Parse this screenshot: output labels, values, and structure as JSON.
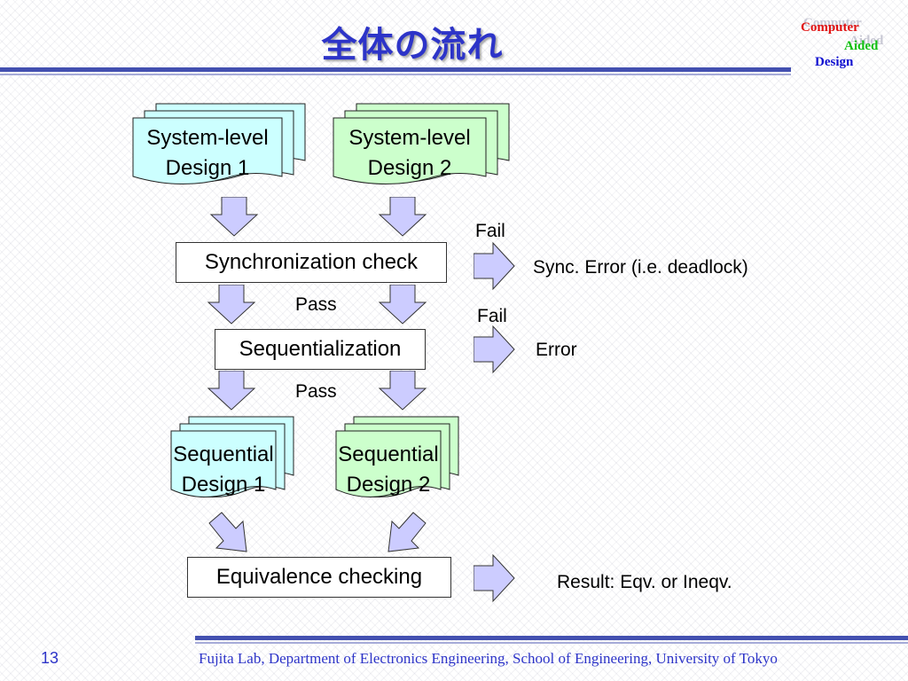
{
  "slide": {
    "title": "全体の流れ",
    "page_number": "13",
    "footer": "Fujita Lab, Department of Electronics Engineering, School of Engineering, University of Tokyo"
  },
  "logo": {
    "line1": "Computer",
    "line2": "Aided",
    "line3": "Design",
    "colors": {
      "line1": "#e01010",
      "line2": "#10c010",
      "line3": "#1010d0"
    }
  },
  "flow": {
    "design1": [
      "System-level",
      "Design 1"
    ],
    "design2": [
      "System-level",
      "Design 2"
    ],
    "sync_check": "Synchronization check",
    "sequentialization": "Sequentialization",
    "seq_design1": [
      "Sequential",
      "Design 1"
    ],
    "seq_design2": [
      "Sequential",
      "Design 2"
    ],
    "equivalence": "Equivalence checking",
    "pass1": "Pass",
    "pass2": "Pass",
    "fail1": "Fail",
    "fail2": "Fail",
    "sync_result": "Sync. Error (i.e. deadlock)",
    "seq_result": "Error",
    "eq_result": "Result: Eqv. or Ineqv."
  },
  "colors": {
    "doc_cyan": "#ccffff",
    "doc_green": "#ccffcc",
    "arrow_fill": "#ccccff",
    "title": "#2d34c8"
  }
}
